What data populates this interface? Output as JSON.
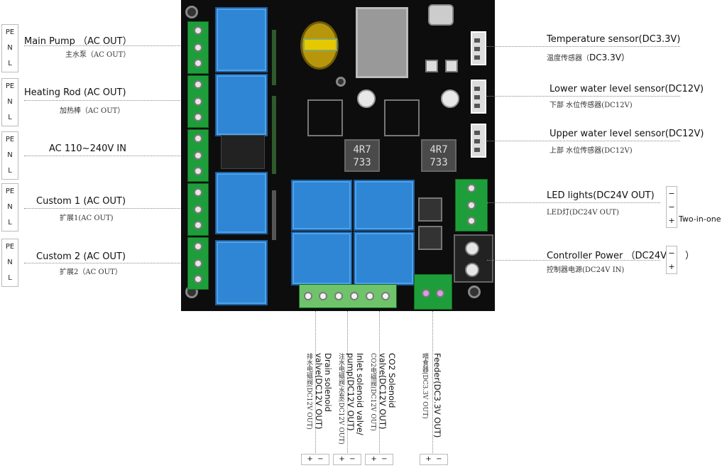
{
  "left": {
    "main_pump": {
      "en": "Main Pump （AC OUT）",
      "cn": "主水泵（AC OUT）",
      "pins": [
        "PE",
        "N",
        "L"
      ]
    },
    "heating_rod": {
      "en": "Heating Rod (AC OUT)",
      "cn": "加热棒（AC OUT）",
      "pins": [
        "PE",
        "N",
        "L"
      ]
    },
    "ac_in": {
      "en": "AC 110~240V IN",
      "pins": [
        "PE",
        "N",
        "L"
      ]
    },
    "custom1": {
      "en": "Custom 1 (AC OUT)",
      "cn": "扩展1(AC OUT)",
      "pins": [
        "PE",
        "N",
        "L"
      ]
    },
    "custom2": {
      "en": "Custom 2 (AC OUT)",
      "cn": "扩展2（AC OUT）",
      "pins": [
        "PE",
        "N",
        "L"
      ]
    }
  },
  "right": {
    "temp": {
      "en": "Temperature sensor(DC3.3V)",
      "cn": "温度传感器（",
      "cn_tail": "DC3.3V）"
    },
    "lower": {
      "en": "Lower water level sensor(DC12V)",
      "cn": "下部 水位传感器(DC12V)"
    },
    "upper": {
      "en": "Upper water level sensor(DC12V)",
      "cn": "上部 水位传感器(DC12V)"
    },
    "led": {
      "en": "LED lights(DC24V OUT)",
      "cn": "LED灯(DC24V OUT)",
      "pol": [
        "−",
        "−",
        "+"
      ],
      "note": "Two-in-one"
    },
    "ctrl": {
      "en": "Controller Power （DC24V",
      "en_tail": "）",
      "cn": "控制器电源(DC24V IN)",
      "pol": [
        "−",
        "+"
      ]
    }
  },
  "board_text": {
    "inductor": [
      "4R7",
      "733"
    ]
  },
  "bottom": {
    "drain": {
      "en1": "Drain solenoid",
      "en2": "valve(DC12V OUT)",
      "cn": "排水电磁阀(DC12V OUT)"
    },
    "inlet": {
      "en1": "Inlet solenoid valve/",
      "en2": "pump(DC12V OUT)",
      "cn": "注水电磁阀/水泵(DC12V OUT)"
    },
    "co2": {
      "en1": "CO2 Solenoid",
      "en2": "valve(DC12V OUT)",
      "cn": "CO2电磁阀(DC12V OUT)"
    },
    "feeder": {
      "en": "Feeder(DC3.3V OUT)",
      "cn": "喂食器(DC3.3V OUT)"
    },
    "pm": [
      "+",
      "−"
    ]
  }
}
